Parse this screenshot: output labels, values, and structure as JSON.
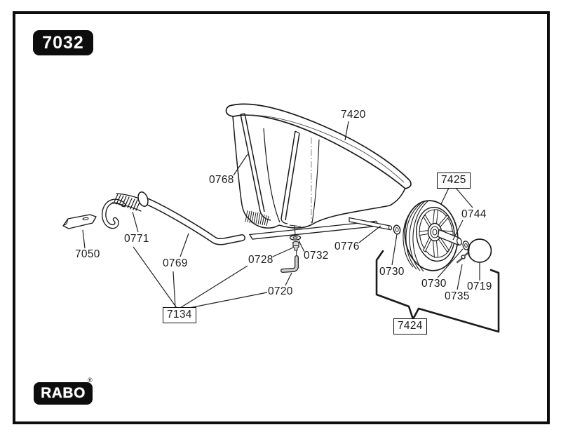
{
  "page": {
    "drawing_number": "7032",
    "brand": "RABO",
    "registered_mark": "®"
  },
  "diagram": {
    "type": "exploded-parts-diagram",
    "subject": "cart with hopper, handle bar, spring hook and wheel assembly",
    "boxed_labels": [
      {
        "id": "7425",
        "text": "7425"
      },
      {
        "id": "7134",
        "text": "7134"
      },
      {
        "id": "7424",
        "text": "7424"
      }
    ],
    "part_labels": [
      {
        "id": "7420",
        "text": "7420"
      },
      {
        "id": "0768",
        "text": "0768"
      },
      {
        "id": "7050",
        "text": "7050"
      },
      {
        "id": "0771",
        "text": "0771"
      },
      {
        "id": "0769",
        "text": "0769"
      },
      {
        "id": "0728",
        "text": "0728"
      },
      {
        "id": "0732",
        "text": "0732"
      },
      {
        "id": "0720",
        "text": "0720"
      },
      {
        "id": "0776",
        "text": "0776"
      },
      {
        "id": "0730-left",
        "text": "0730"
      },
      {
        "id": "0730-right",
        "text": "0730"
      },
      {
        "id": "0735",
        "text": "0735"
      },
      {
        "id": "0719",
        "text": "0719"
      },
      {
        "id": "0744",
        "text": "0744"
      }
    ]
  }
}
